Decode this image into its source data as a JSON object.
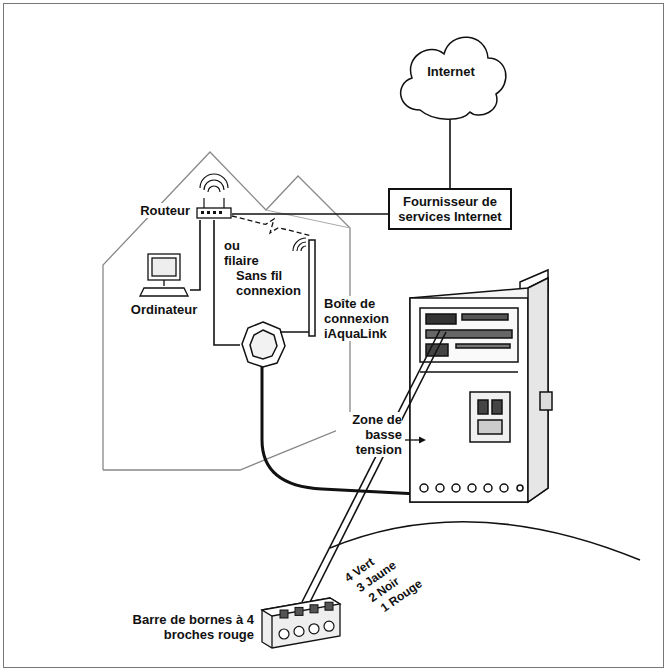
{
  "diagram": {
    "nodes": [
      {
        "text": [
          "Internet"
        ]
      },
      {
        "text": [
          "Fournisseur de services Internet"
        ]
      },
      {
        "text": [
          "Routeur"
        ]
      },
      {
        "text": [
          "Ordinateur"
        ]
      },
      {
        "text": [
          "Boîte de connexion iAquaLink"
        ]
      }
    ],
    "edges": [
      {
        "from": 0,
        "to": 1,
        "arrow": "none"
      },
      {
        "from": 1,
        "to": 2,
        "arrow": "none"
      },
      {
        "from": 2,
        "to": 3,
        "arrow": "none"
      },
      {
        "from": 2,
        "to": 4,
        "arrow": "none"
      },
      {
        "from": 2,
        "to": 4,
        "arrow": "none"
      }
    ],
    "labels": [
      "ou filaire",
      "Sans fil connexion",
      "Zone de basse tension",
      "Barre de bornes à 4 broches rouge",
      "4 Vert",
      "3 Jaune",
      "2 Noir",
      "1 Rouge"
    ]
  }
}
